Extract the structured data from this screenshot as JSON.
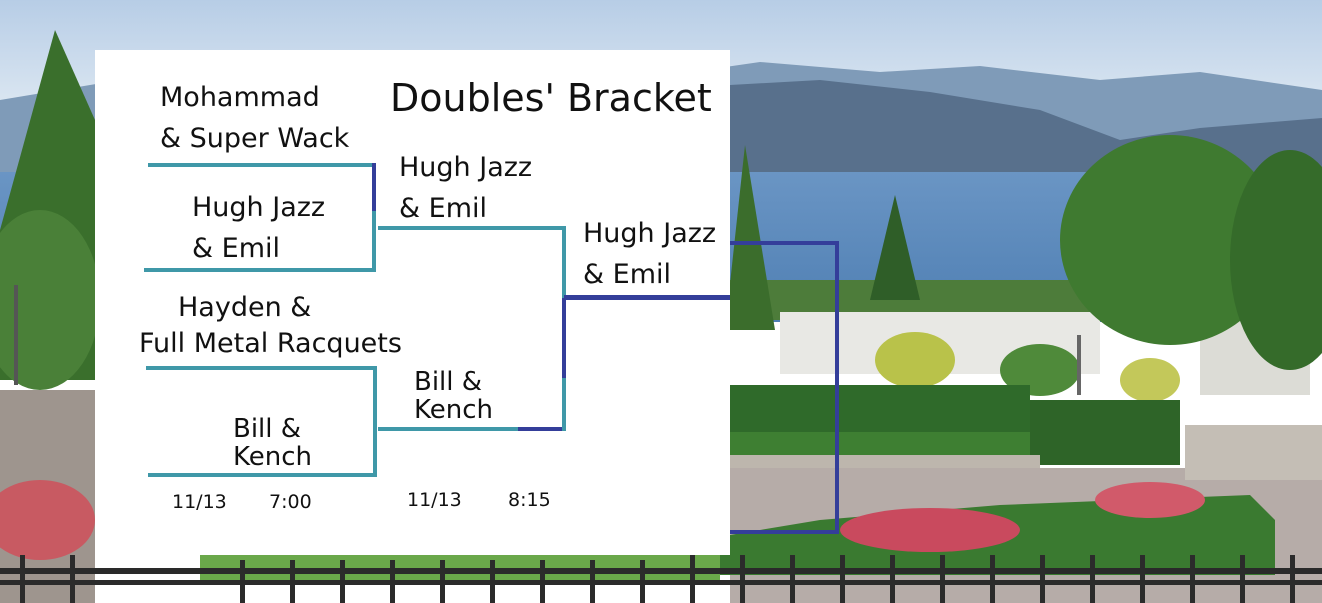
{
  "bracket": {
    "title": "Doubles' Bracket",
    "round1": {
      "match1": {
        "team_a": [
          "Mohammad",
          "& Super Wack"
        ],
        "team_b": [
          "Hugh Jazz",
          "& Emil"
        ]
      },
      "match2": {
        "team_a": [
          "Hayden  &",
          "Full Metal Racquets"
        ],
        "team_b": [
          "Bill &",
          "Kench"
        ]
      },
      "date": "11/13",
      "time": "7:00"
    },
    "round2": {
      "team_a": [
        "Hugh Jazz",
        "& Emil"
      ],
      "team_b": [
        "Bill &",
        "Kench"
      ],
      "date": "11/13",
      "time": "8:15"
    },
    "final": {
      "team": [
        "Hugh Jazz",
        "& Emil"
      ]
    }
  },
  "colors": {
    "teal_line": "#3f98a8",
    "navy_line": "#343e9a",
    "sky": "#cddff0",
    "water": "#5a86b8",
    "mountains": "#6b8aa8",
    "foliage": "#3e7a33",
    "paving": "#b4aaa6"
  }
}
